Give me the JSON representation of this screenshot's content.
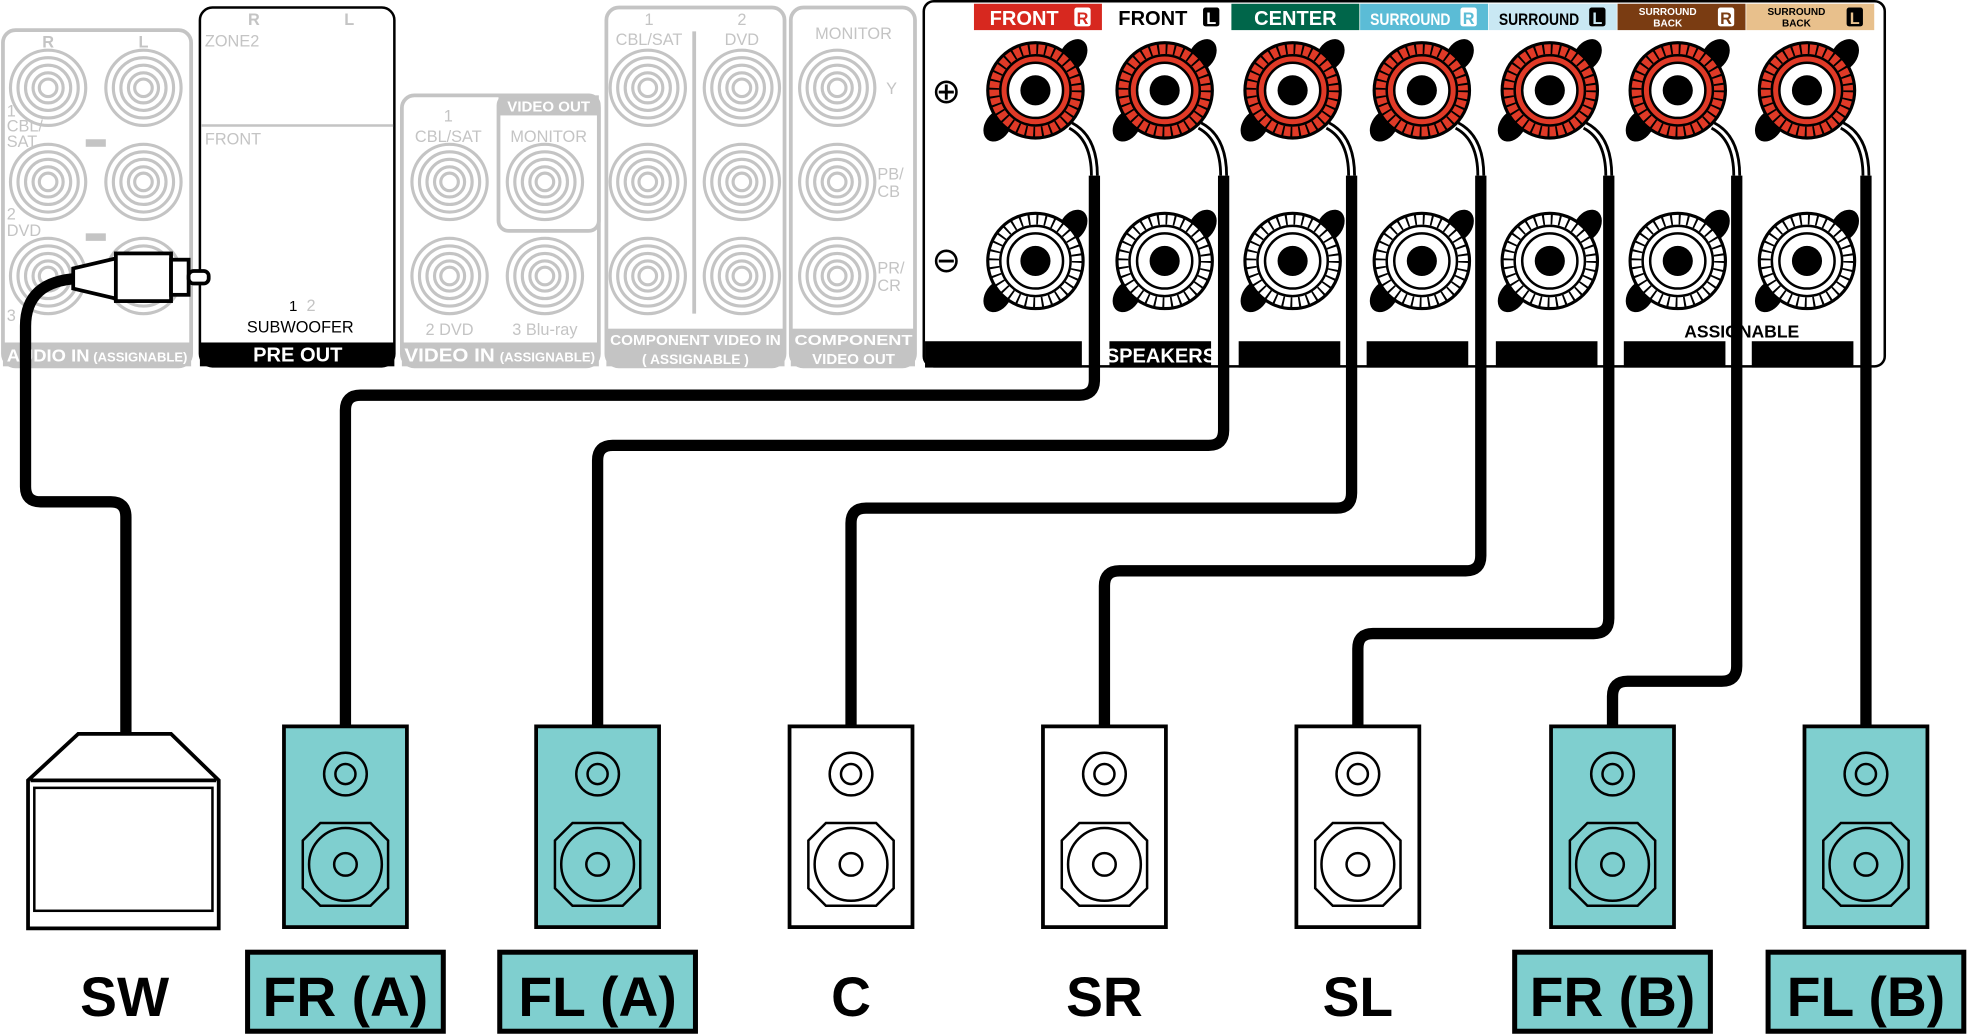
{
  "colors": {
    "panel_gray": "#c4c4c4",
    "plus_red": "#e03a27",
    "speaker_highlight": "#7fcfcf",
    "front_r": "#d7281f",
    "center": "#00664a",
    "surround_r": "#5bbcd6",
    "surround_l": "#c9e8f3",
    "surround_back_r": "#7a3c12",
    "surround_back_l": "#e8c08c"
  },
  "audio_in": {
    "r": "R",
    "l": "L",
    "n1": "1",
    "cbl": "CBL/",
    "sat": "SAT",
    "n2": "2",
    "dvd": "DVD",
    "n3": "3",
    "title": "AUDIO IN",
    "assign": "(ASSIGNABLE)"
  },
  "pre_out": {
    "r": "R",
    "l": "L",
    "zone2": "ZONE2",
    "front": "FRONT",
    "n1": "1",
    "n2": "2",
    "subwoofer": "SUBWOOFER",
    "title": "PRE OUT"
  },
  "video_in": {
    "video_out": "VIDEO OUT",
    "n1": "1",
    "cbl_sat": "CBL/SAT",
    "monitor": "MONITOR",
    "dvd": "2 DVD",
    "bluray": "3 Blu-ray",
    "title": "VIDEO IN",
    "assign": "(ASSIGNABLE)"
  },
  "component_in": {
    "n1": "1",
    "cbl_sat": "CBL/SAT",
    "n2": "2",
    "dvd": "DVD",
    "title": "COMPONENT VIDEO IN",
    "assign": "( ASSIGNABLE )"
  },
  "component_out": {
    "monitor": "MONITOR",
    "y": "Y",
    "pb": "PB/",
    "cb": "CB",
    "pr": "PR/",
    "cr": "CR",
    "title1": "COMPONENT",
    "title2": "VIDEO OUT"
  },
  "speakers_panel": {
    "plus": "⊕",
    "minus": "⊖",
    "title": "SPEAKERS",
    "assignable": "ASSIGNABLE",
    "channels": [
      {
        "name": "FRONT",
        "side": "R"
      },
      {
        "name": "FRONT",
        "side": "L"
      },
      {
        "name": "CENTER",
        "side": ""
      },
      {
        "name": "SURROUND",
        "side": "R"
      },
      {
        "name": "SURROUND",
        "side": "L"
      },
      {
        "name": "SURROUND BACK",
        "side": "R"
      },
      {
        "name": "SURROUND BACK",
        "side": "L"
      }
    ]
  },
  "speakers": [
    {
      "label": "SW",
      "highlight": false,
      "type": "subwoofer"
    },
    {
      "label": "FR (A)",
      "highlight": true,
      "type": "speaker"
    },
    {
      "label": "FL (A)",
      "highlight": true,
      "type": "speaker"
    },
    {
      "label": "C",
      "highlight": false,
      "type": "speaker"
    },
    {
      "label": "SR",
      "highlight": false,
      "type": "speaker"
    },
    {
      "label": "SL",
      "highlight": false,
      "type": "speaker"
    },
    {
      "label": "FR (B)",
      "highlight": true,
      "type": "speaker"
    },
    {
      "label": "FL (B)",
      "highlight": true,
      "type": "speaker"
    }
  ]
}
